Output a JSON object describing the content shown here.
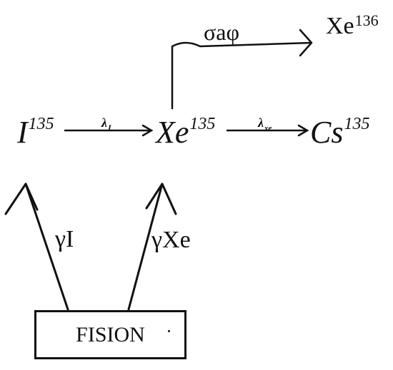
{
  "nodes": {
    "iodine": {
      "symbol": "I",
      "mass": "135"
    },
    "xenon135": {
      "symbol": "Xe",
      "mass": "135"
    },
    "cesium": {
      "symbol": "Cs",
      "mass": "135"
    },
    "xenon136": {
      "symbol": "Xe",
      "mass": "136"
    },
    "fission": {
      "label": "FISION"
    }
  },
  "edges": {
    "lambda_i": "λ",
    "lambda_i_sub": "I",
    "lambda_xe": "λ",
    "lambda_xe_sub": "xe",
    "absorption": "σaφ",
    "yield_i": "γI",
    "yield_xe": "γXe"
  },
  "colors": {
    "ink": "#111111",
    "background": "#ffffff"
  }
}
